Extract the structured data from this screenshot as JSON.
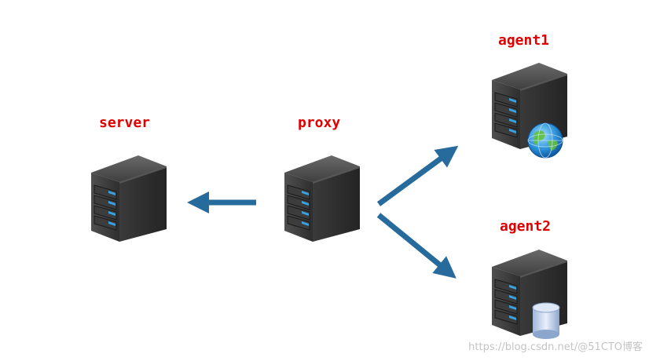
{
  "nodes": {
    "server": {
      "label": "server"
    },
    "proxy": {
      "label": "proxy"
    },
    "agent1": {
      "label": "agent1"
    },
    "agent2": {
      "label": "agent2"
    }
  },
  "watermark": {
    "text": "https://blog.csdn.net/@51CTO博客"
  },
  "colors": {
    "label": "#e00000",
    "arrow": "#276b9c",
    "server_body": "#2f2f2f",
    "led": "#3aa2e0"
  },
  "icons": {
    "server": "server-tower-icon",
    "globe": "globe-icon",
    "database": "database-cylinder-icon",
    "arrow": "arrow-icon"
  }
}
